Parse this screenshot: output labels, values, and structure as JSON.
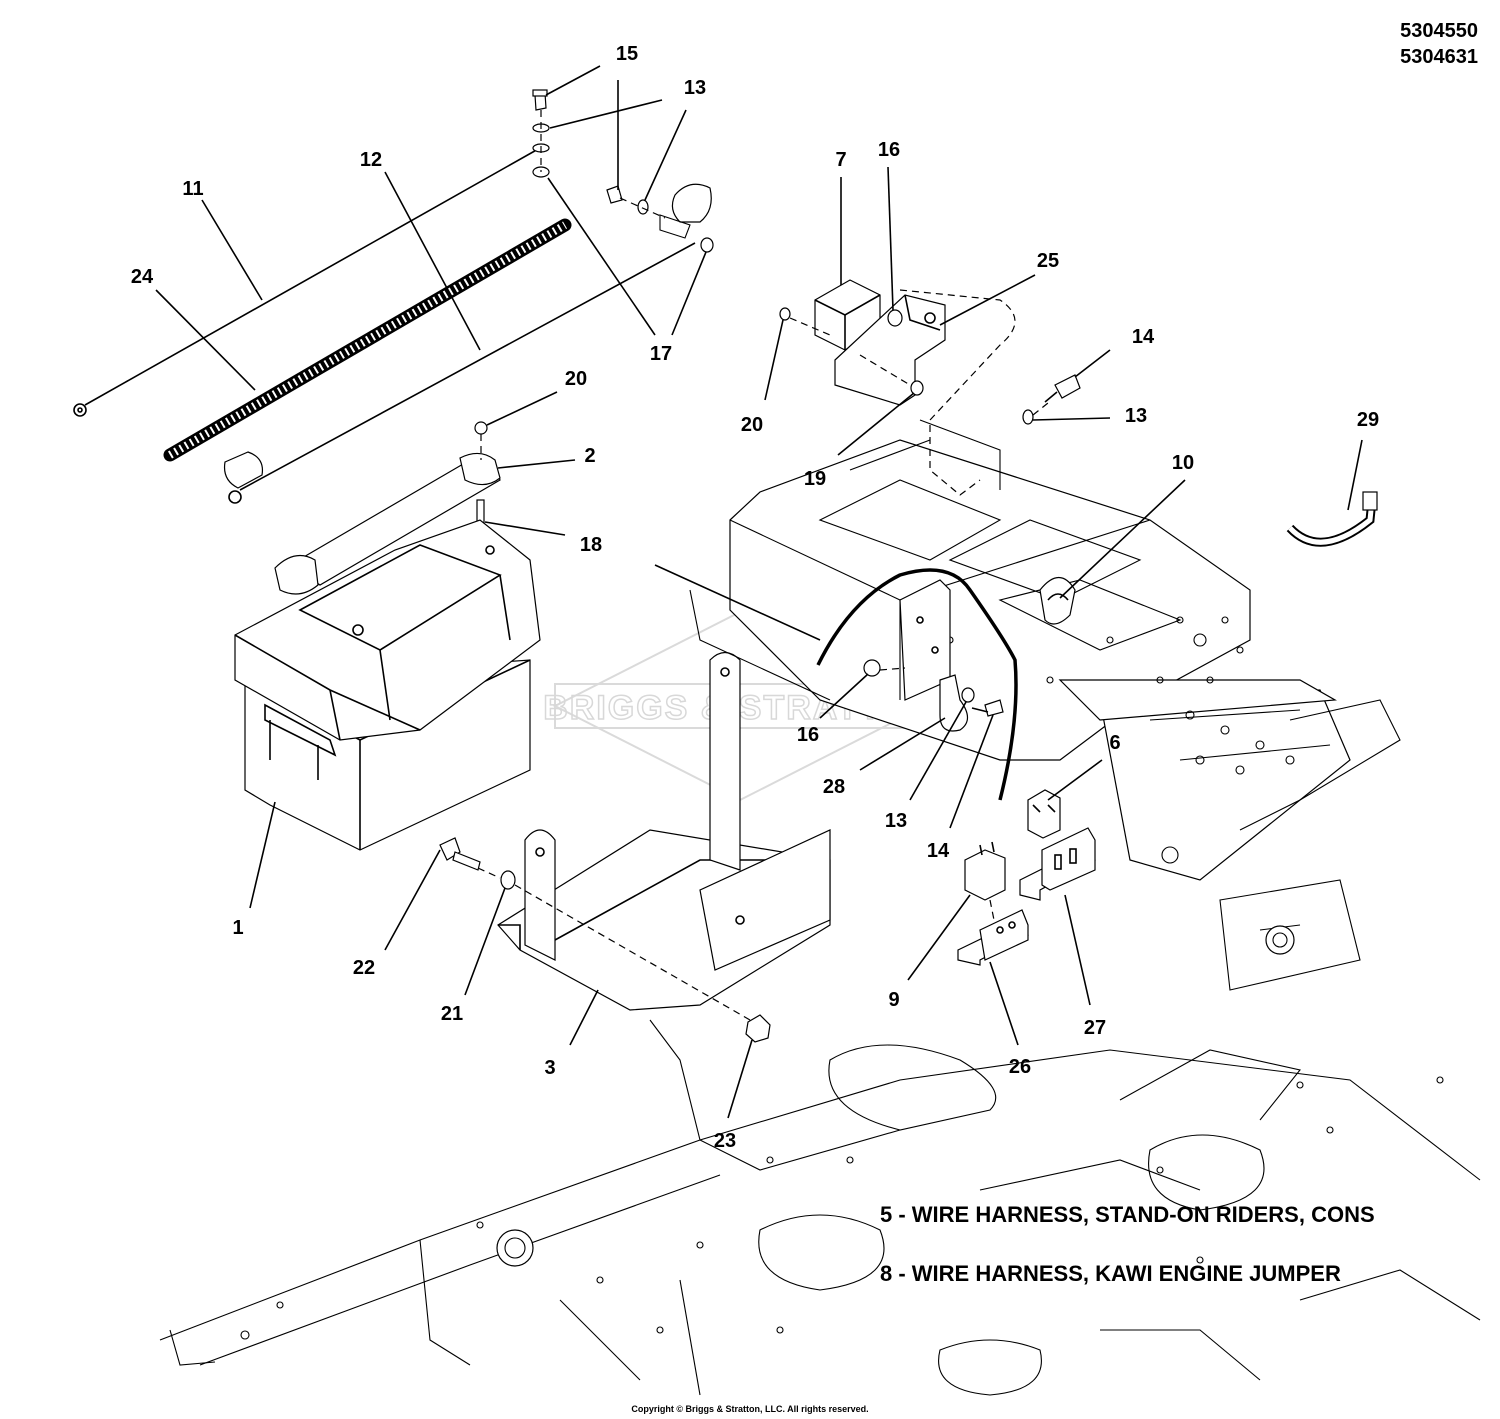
{
  "diagram": {
    "part_numbers": [
      "5304550",
      "5304631"
    ],
    "watermark": "BRIGGS & STRATTON",
    "callouts": [
      {
        "id": "c1",
        "label": "1"
      },
      {
        "id": "c2",
        "label": "2"
      },
      {
        "id": "c3",
        "label": "3"
      },
      {
        "id": "c6",
        "label": "6"
      },
      {
        "id": "c7",
        "label": "7"
      },
      {
        "id": "c9",
        "label": "9"
      },
      {
        "id": "c10",
        "label": "10"
      },
      {
        "id": "c11",
        "label": "11"
      },
      {
        "id": "c12",
        "label": "12"
      },
      {
        "id": "c13a",
        "label": "13"
      },
      {
        "id": "c13b",
        "label": "13"
      },
      {
        "id": "c13c",
        "label": "13"
      },
      {
        "id": "c14a",
        "label": "14"
      },
      {
        "id": "c14b",
        "label": "14"
      },
      {
        "id": "c15",
        "label": "15"
      },
      {
        "id": "c16a",
        "label": "16"
      },
      {
        "id": "c16b",
        "label": "16"
      },
      {
        "id": "c17",
        "label": "17"
      },
      {
        "id": "c18",
        "label": "18"
      },
      {
        "id": "c19",
        "label": "19"
      },
      {
        "id": "c20a",
        "label": "20"
      },
      {
        "id": "c20b",
        "label": "20"
      },
      {
        "id": "c21",
        "label": "21"
      },
      {
        "id": "c22",
        "label": "22"
      },
      {
        "id": "c23",
        "label": "23"
      },
      {
        "id": "c24",
        "label": "24"
      },
      {
        "id": "c25",
        "label": "25"
      },
      {
        "id": "c26",
        "label": "26"
      },
      {
        "id": "c27",
        "label": "27"
      },
      {
        "id": "c28",
        "label": "28"
      },
      {
        "id": "c29",
        "label": "29"
      }
    ],
    "notes": [
      "5 - WIRE HARNESS, STAND-ON RIDERS, CONS",
      "8 - WIRE HARNESS, KAWI ENGINE JUMPER"
    ],
    "copyright": "Copyright © Briggs & Stratton, LLC. All rights reserved."
  }
}
